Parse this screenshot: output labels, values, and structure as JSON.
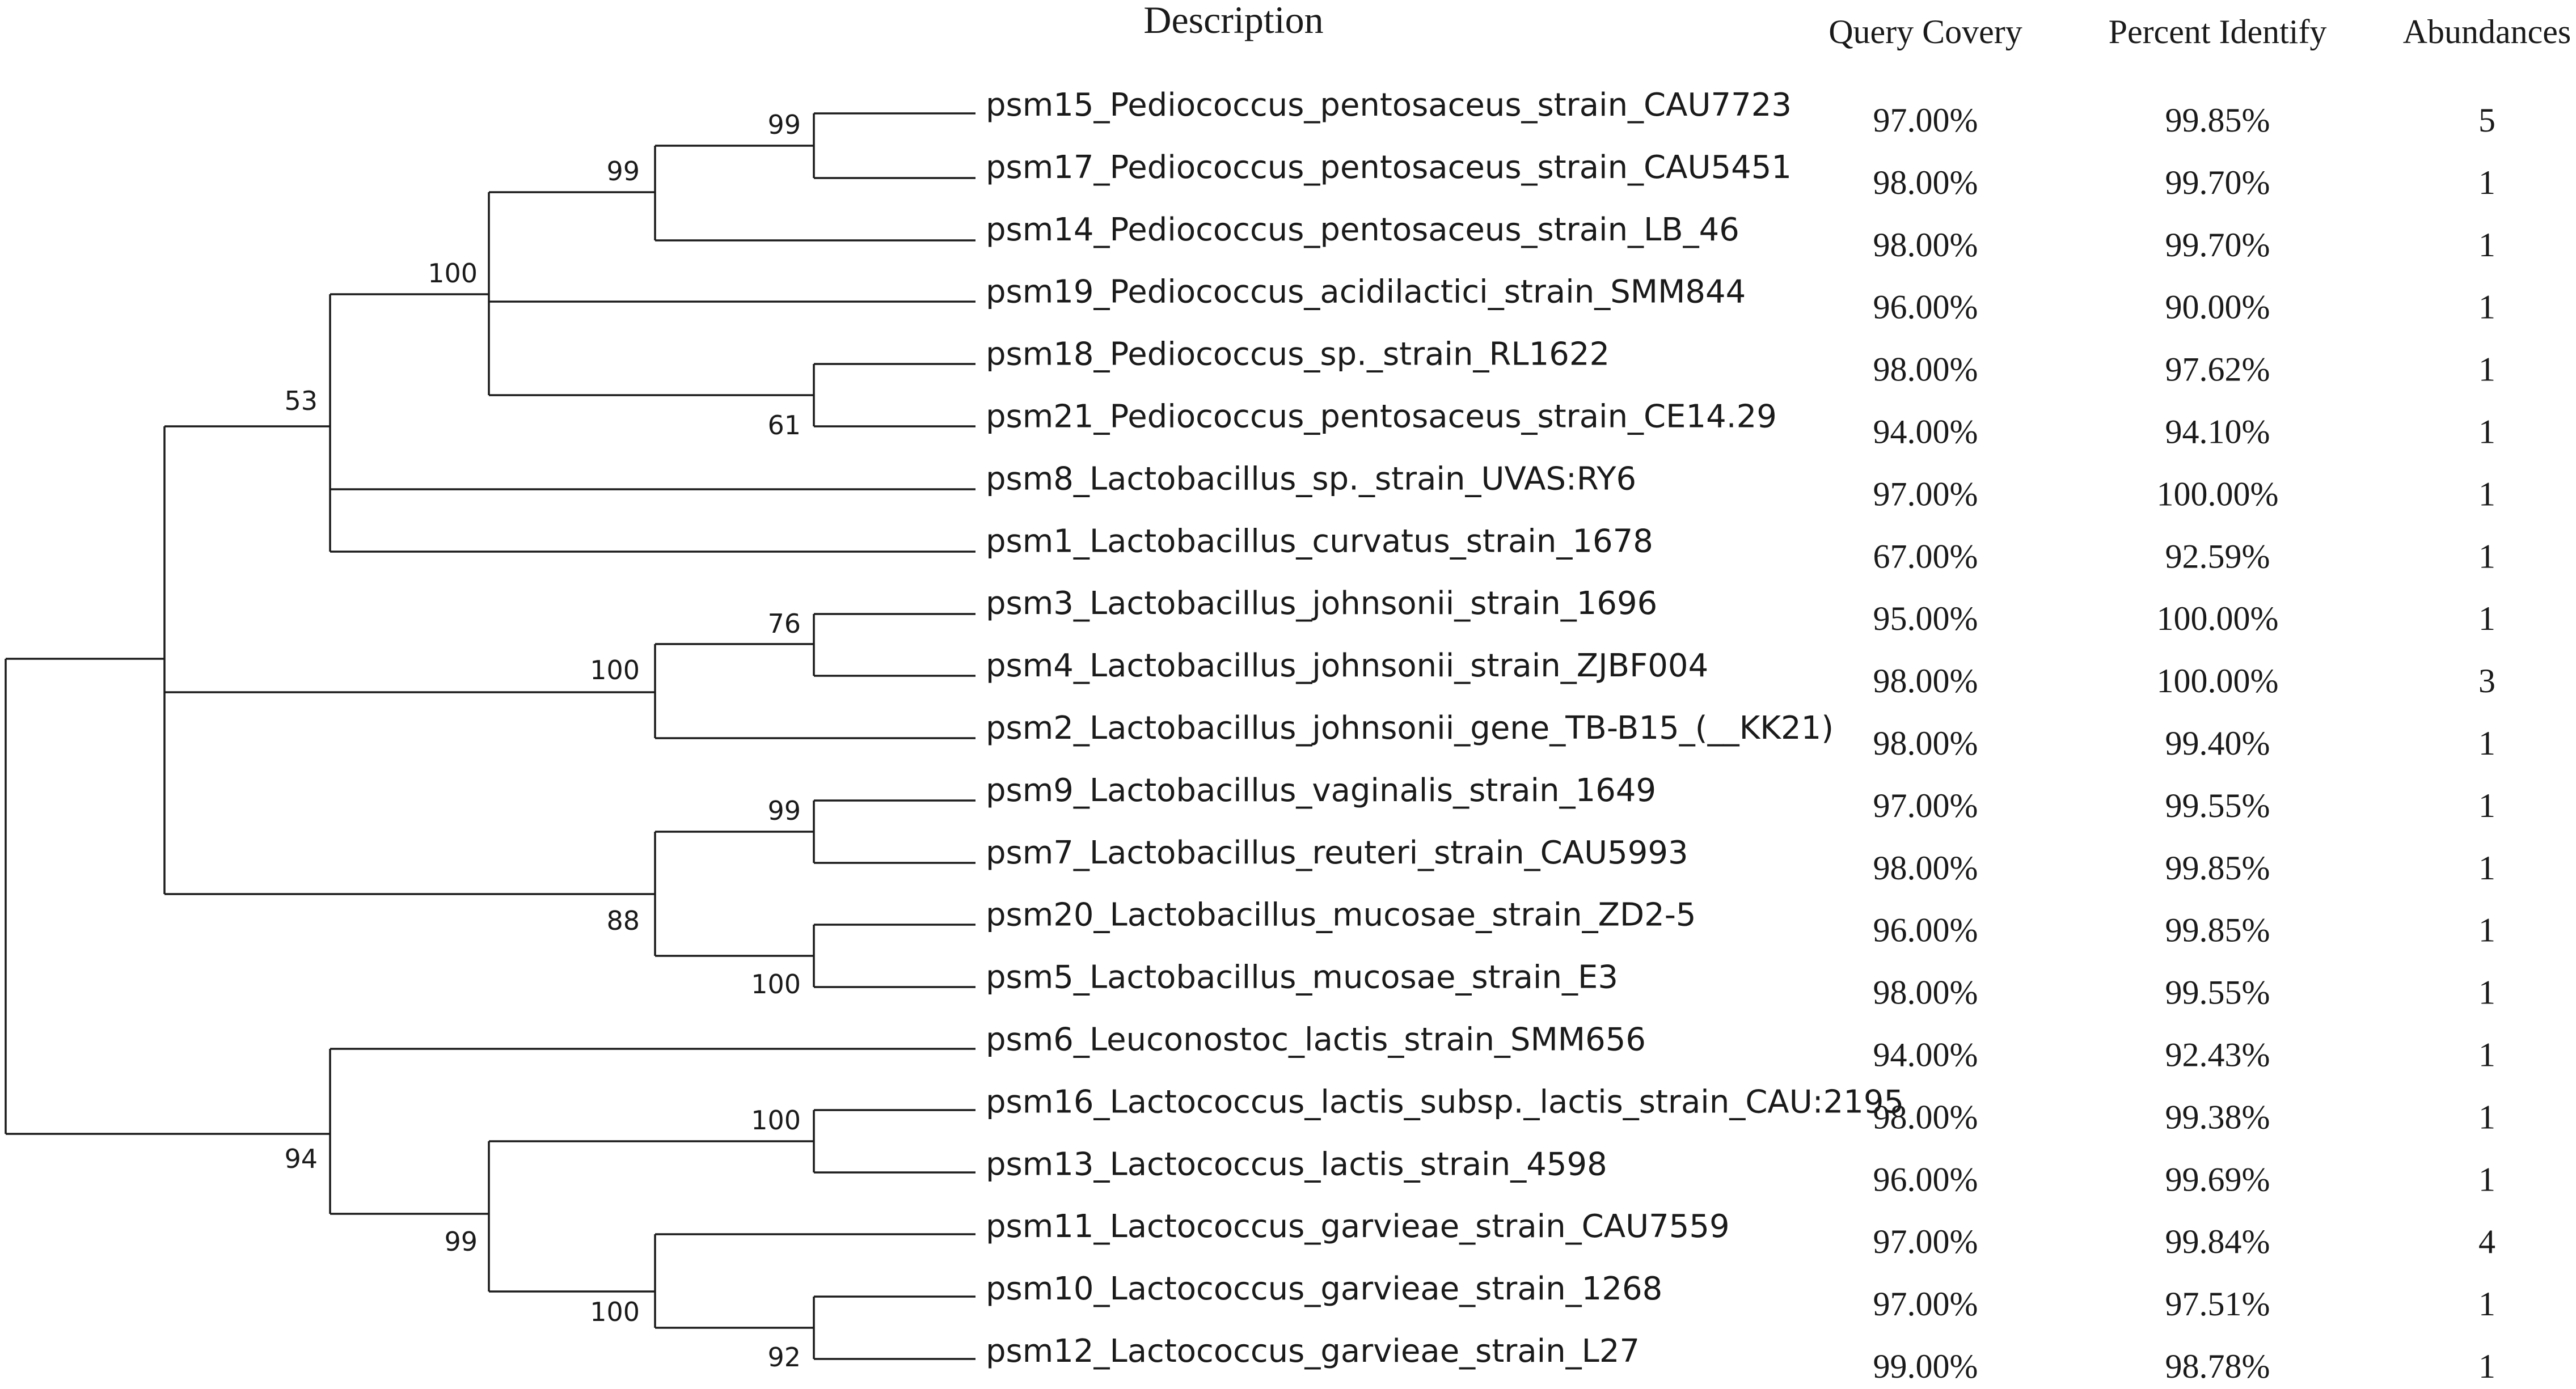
{
  "headers": {
    "description": "Description",
    "query_covery": "Query Covery",
    "percent_identify": "Percent Identify",
    "abundances": "Abundances"
  },
  "taxa": [
    {
      "name": "psm15_Pediococcus_pentosaceus_strain_CAU7723",
      "query_covery": "97.00%",
      "percent_identify": "99.85%",
      "abundances": "5"
    },
    {
      "name": "psm17_Pediococcus_pentosaceus_strain_CAU5451",
      "query_covery": "98.00%",
      "percent_identify": "99.70%",
      "abundances": "1"
    },
    {
      "name": "psm14_Pediococcus_pentosaceus_strain_LB_46",
      "query_covery": "98.00%",
      "percent_identify": "99.70%",
      "abundances": "1"
    },
    {
      "name": "psm19_Pediococcus_acidilactici_strain_SMM844",
      "query_covery": "96.00%",
      "percent_identify": "90.00%",
      "abundances": "1"
    },
    {
      "name": "psm18_Pediococcus_sp._strain_RL1622",
      "query_covery": "98.00%",
      "percent_identify": "97.62%",
      "abundances": "1"
    },
    {
      "name": "psm21_Pediococcus_pentosaceus_strain_CE14.29",
      "query_covery": "94.00%",
      "percent_identify": "94.10%",
      "abundances": "1"
    },
    {
      "name": "psm8_Lactobacillus_sp._strain_UVAS:RY6",
      "query_covery": "97.00%",
      "percent_identify": "100.00%",
      "abundances": "1"
    },
    {
      "name": "psm1_Lactobacillus_curvatus_strain_1678",
      "query_covery": "67.00%",
      "percent_identify": "92.59%",
      "abundances": "1"
    },
    {
      "name": "psm3_Lactobacillus_johnsonii_strain_1696",
      "query_covery": "95.00%",
      "percent_identify": "100.00%",
      "abundances": "1"
    },
    {
      "name": "psm4_Lactobacillus_johnsonii_strain_ZJBF004",
      "query_covery": "98.00%",
      "percent_identify": "100.00%",
      "abundances": "3"
    },
    {
      "name": "psm2_Lactobacillus_johnsonii_gene_TB-B15_(__KK21)",
      "query_covery": "98.00%",
      "percent_identify": "99.40%",
      "abundances": "1"
    },
    {
      "name": "psm9_Lactobacillus_vaginalis_strain_1649",
      "query_covery": "97.00%",
      "percent_identify": "99.55%",
      "abundances": "1"
    },
    {
      "name": "psm7_Lactobacillus_reuteri_strain_CAU5993",
      "query_covery": "98.00%",
      "percent_identify": "99.85%",
      "abundances": "1"
    },
    {
      "name": "psm20_Lactobacillus_mucosae_strain_ZD2-5",
      "query_covery": "96.00%",
      "percent_identify": "99.85%",
      "abundances": "1"
    },
    {
      "name": "psm5_Lactobacillus_mucosae_strain_E3",
      "query_covery": "98.00%",
      "percent_identify": "99.55%",
      "abundances": "1"
    },
    {
      "name": "psm6_Leuconostoc_lactis_strain_SMM656",
      "query_covery": "94.00%",
      "percent_identify": "92.43%",
      "abundances": "1"
    },
    {
      "name": "psm16_Lactococcus_lactis_subsp._lactis_strain_CAU:2195",
      "query_covery": "98.00%",
      "percent_identify": "99.38%",
      "abundances": "1"
    },
    {
      "name": "psm13_Lactococcus_lactis_strain_4598",
      "query_covery": "96.00%",
      "percent_identify": "99.69%",
      "abundances": "1"
    },
    {
      "name": "psm11_Lactococcus_garvieae_strain_CAU7559",
      "query_covery": "97.00%",
      "percent_identify": "99.84%",
      "abundances": "4"
    },
    {
      "name": "psm10_Lactococcus_garvieae_strain_1268",
      "query_covery": "97.00%",
      "percent_identify": "97.51%",
      "abundances": "1"
    },
    {
      "name": "psm12_Lactococcus_garvieae_strain_L27",
      "query_covery": "99.00%",
      "percent_identify": "98.78%",
      "abundances": "1"
    }
  ],
  "bootstrap": {
    "pp_15_17": "99",
    "pp_15_14": "99",
    "pedio_clade": "100",
    "pp_18_21": "61",
    "lacto_clade": "53",
    "lj_3_4": "76",
    "lj_clade": "100",
    "lr_9_7": "99",
    "lm_20_5": "100",
    "reuteri_mucosae_clade": "88",
    "lactococcus_leuconostoc_clade": "94",
    "lactococcus_clade": "99",
    "ll_16_13": "100",
    "lg_10_12": "92",
    "lg_clade": "100"
  }
}
